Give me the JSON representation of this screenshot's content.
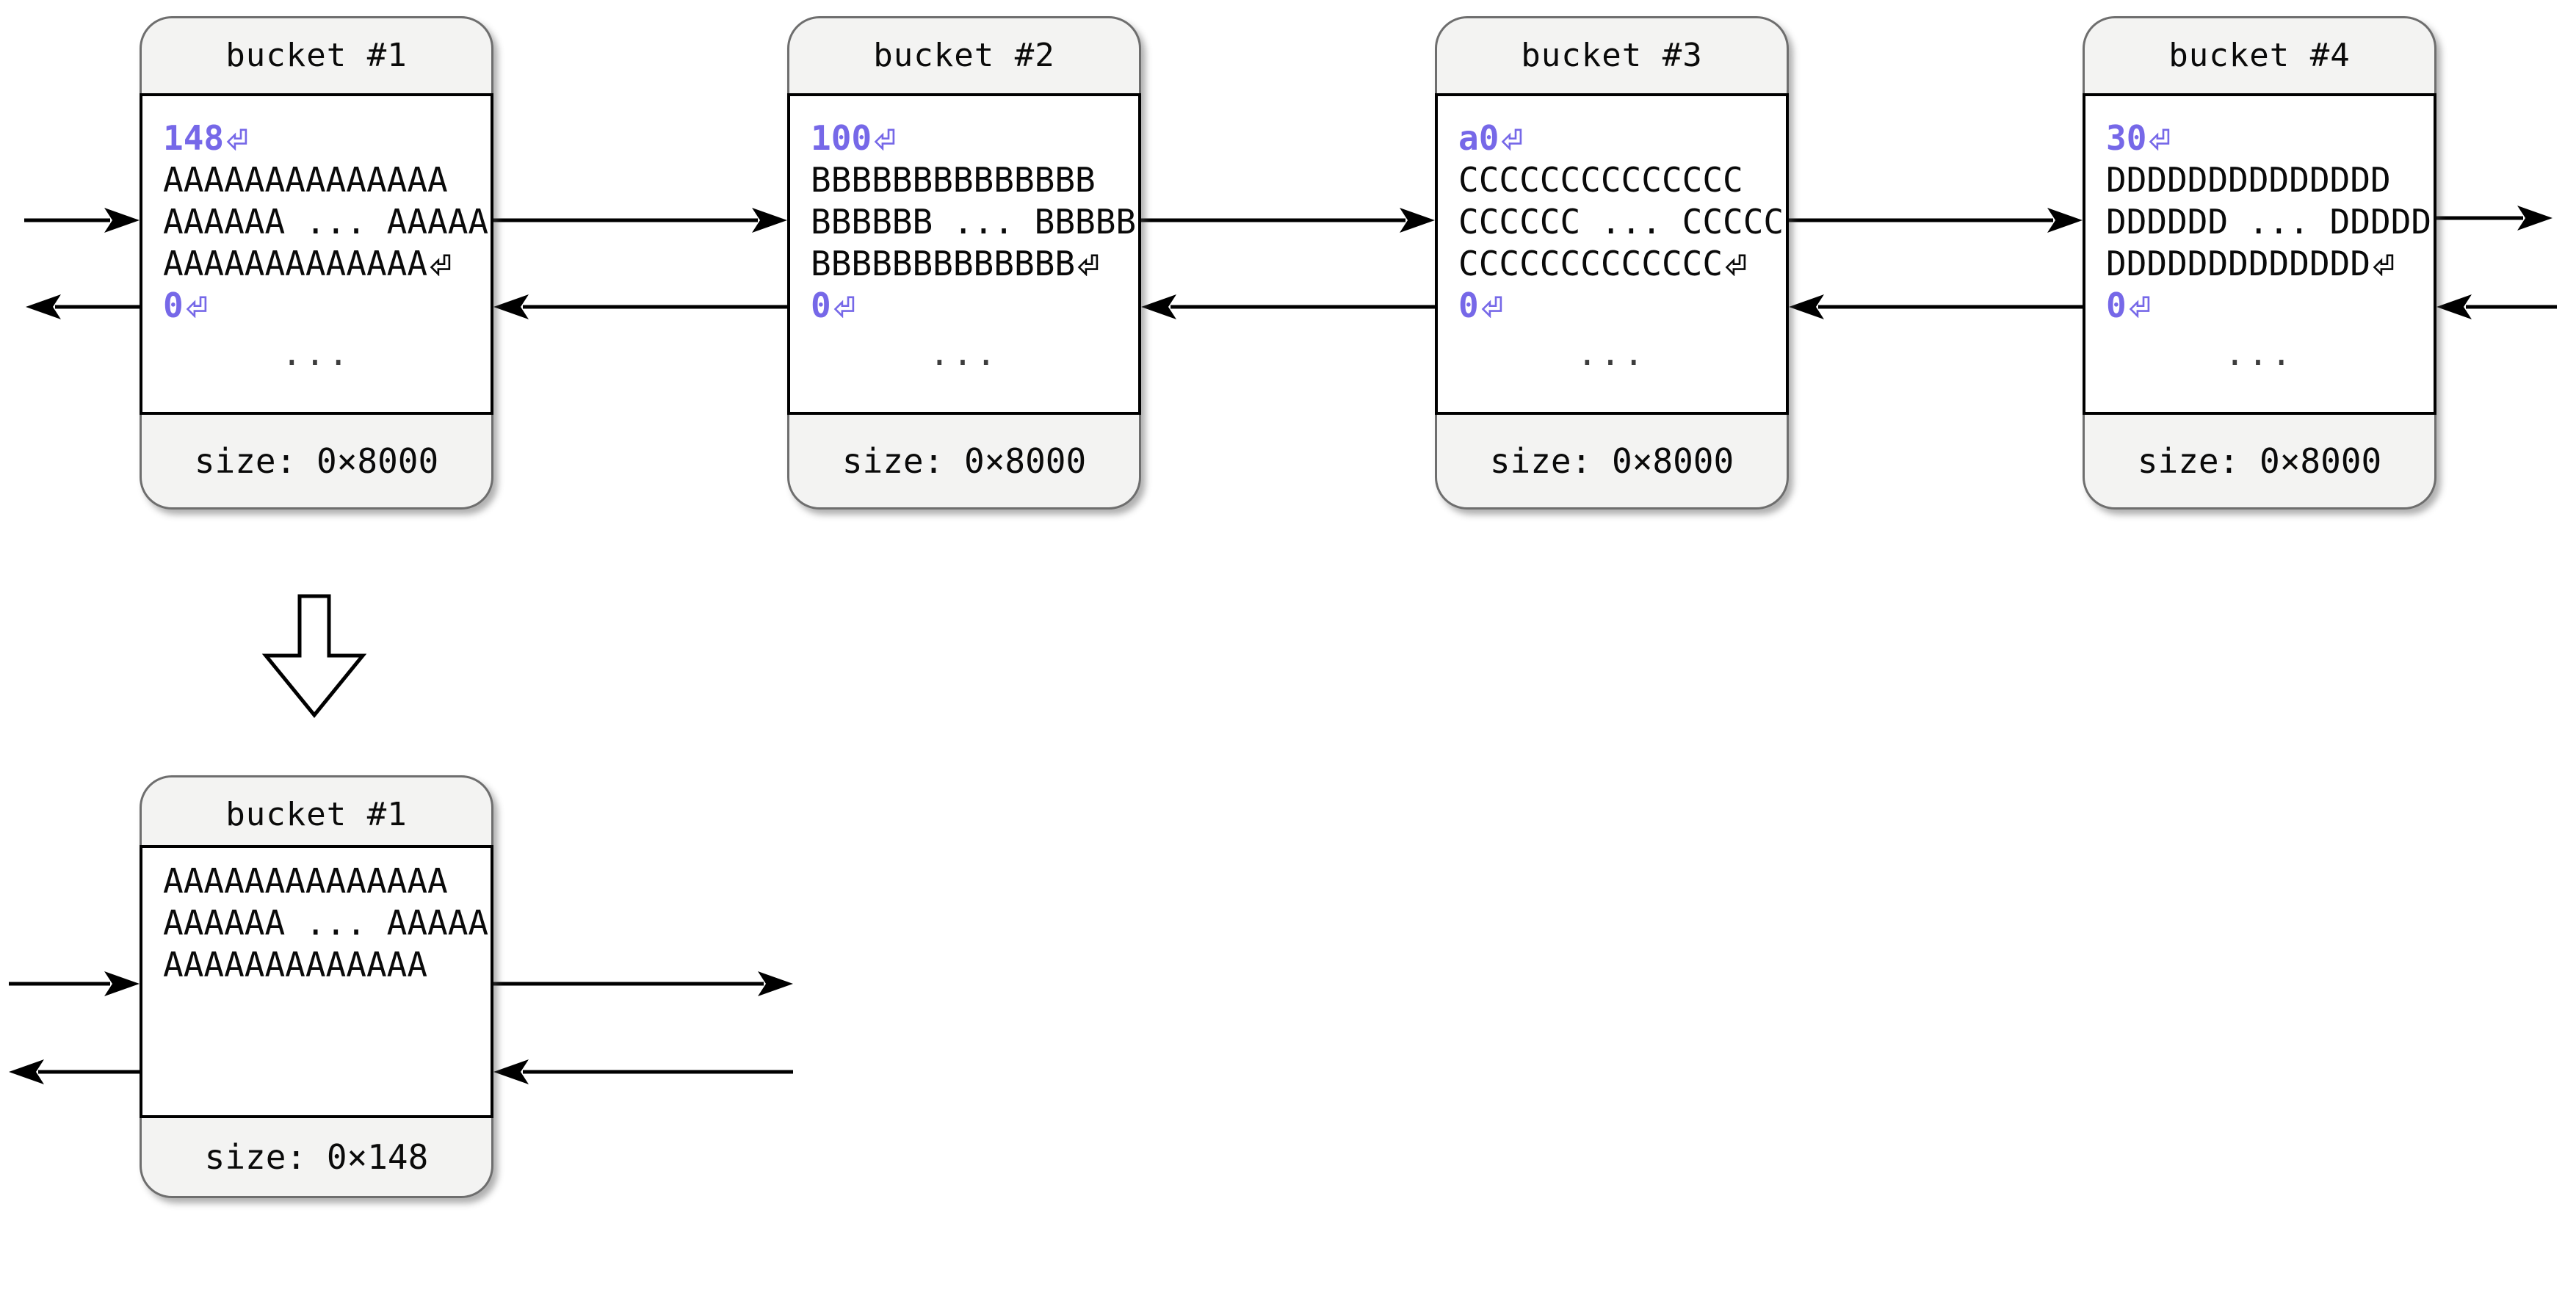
{
  "colors": {
    "accent_purple": "#7668e8",
    "bucket_fill": "#f3f3f2",
    "bucket_border": "#6e6e6e",
    "line_black": "#000000"
  },
  "icons": {
    "return": "return-icon (⏎ hollow enter arrow)",
    "transform": "down-arrow-icon (hollow block arrow)"
  },
  "row1": [
    {
      "title": "bucket #1",
      "top_value": "148",
      "data_line1": "AAAAAAAAAAAAAA",
      "data_line2": "AAAAAA ... AAAAA",
      "data_line3": "AAAAAAAAAAAAA",
      "bottom_value": "0",
      "more": "...",
      "size_label": "size: 0×8000"
    },
    {
      "title": "bucket #2",
      "top_value": "100",
      "data_line1": "BBBBBBBBBBBBBB",
      "data_line2": "BBBBBB ... BBBBB",
      "data_line3": "BBBBBBBBBBBBB",
      "bottom_value": "0",
      "more": "...",
      "size_label": "size: 0×8000"
    },
    {
      "title": "bucket #3",
      "top_value": "a0",
      "data_line1": "CCCCCCCCCCCCCC",
      "data_line2": "CCCCCC ... CCCCC",
      "data_line3": "CCCCCCCCCCCCC",
      "bottom_value": "0",
      "more": "...",
      "size_label": "size: 0×8000"
    },
    {
      "title": "bucket #4",
      "top_value": "30",
      "data_line1": "DDDDDDDDDDDDDD",
      "data_line2": "DDDDDD ... DDDDD",
      "data_line3": "DDDDDDDDDDDDD",
      "bottom_value": "0",
      "more": "...",
      "size_label": "size: 0×8000"
    }
  ],
  "result": {
    "title": "bucket #1",
    "data_line1": "AAAAAAAAAAAAAA",
    "data_line2": "AAAAAA ... AAAAA",
    "data_line3": "AAAAAAAAAAAAA",
    "size_label": "size: 0×148"
  }
}
